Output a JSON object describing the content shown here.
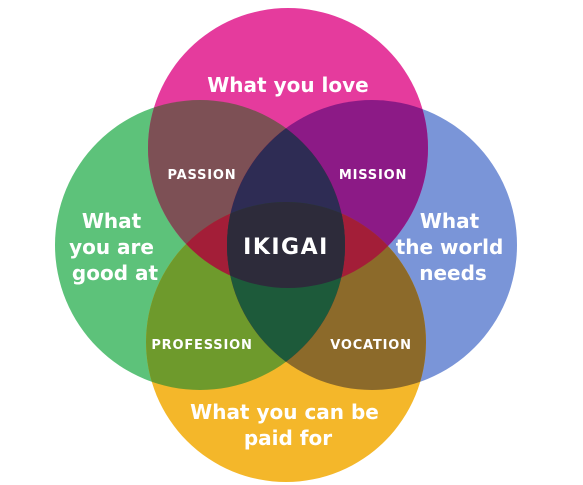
{
  "diagram": {
    "circles": {
      "love": {
        "label": "What you love",
        "color": "#e53b9d"
      },
      "good": {
        "label_lines": [
          "What",
          "you are",
          "good at"
        ],
        "color": "#5dc27a"
      },
      "world": {
        "label_lines": [
          "What",
          "the world",
          "needs"
        ],
        "color": "#7a95d8"
      },
      "paid": {
        "label_lines": [
          "What you can be",
          "paid for"
        ],
        "color": "#f4b72a"
      }
    },
    "overlaps": {
      "passion": "PASSION",
      "mission": "MISSION",
      "profession": "PROFESSION",
      "vocation": "VOCATION"
    },
    "center": {
      "label": "IKIGAI",
      "color": "#2d2b3a"
    }
  }
}
